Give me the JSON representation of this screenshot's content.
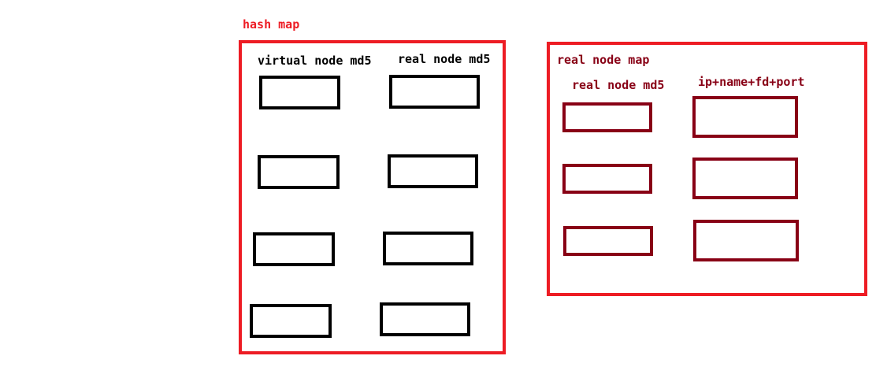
{
  "hash_map": {
    "title": "hash map",
    "columns": {
      "left": "virtual node md5",
      "right": "real node md5"
    }
  },
  "real_node_map": {
    "title": "real node map",
    "columns": {
      "left": "real node md5",
      "right": "ip+name+fd+port"
    }
  },
  "colors": {
    "frame": "#ed1c24",
    "hash_map_slots": "#000000",
    "real_node_slots": "#880015",
    "hash_map_title": "#ed1c24",
    "real_node_map_title": "#880015",
    "hash_map_column_labels": "#000000",
    "real_node_map_column_labels": "#880015"
  }
}
